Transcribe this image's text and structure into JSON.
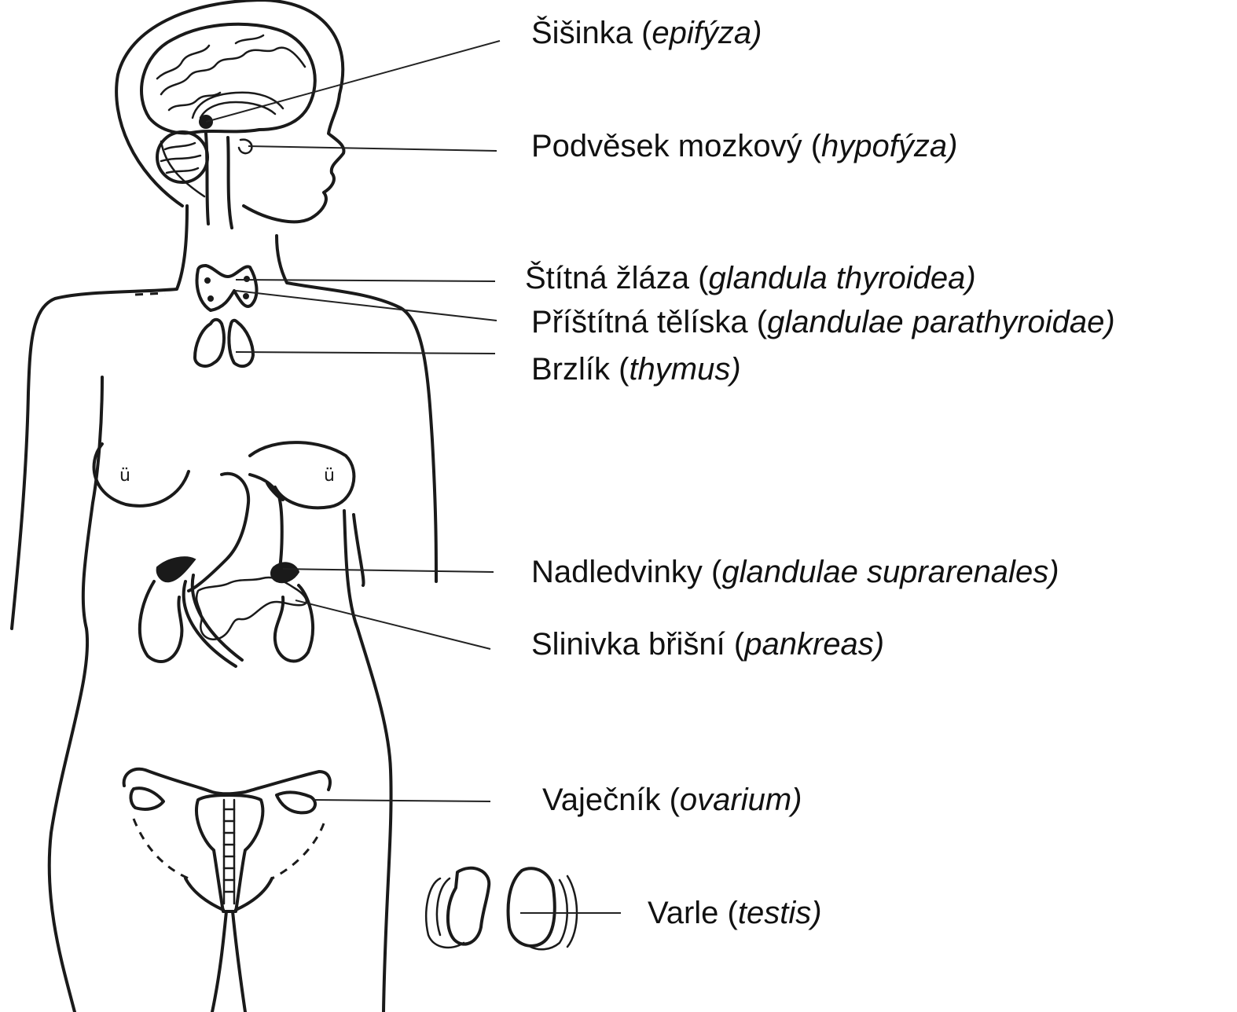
{
  "labels": [
    {
      "name": "Šišinka",
      "latin": "epifýza)"
    },
    {
      "name": "Podvěsek mozkový",
      "latin": "hypofýza)"
    },
    {
      "name": "Štítná žláza",
      "latin": "glandula thyroidea)"
    },
    {
      "name": "Příštítná tělíska",
      "latin": "glandulae parathyroidae)"
    },
    {
      "name": "Brzlík",
      "latin": "thymus)"
    },
    {
      "name": "Nadledvinky",
      "latin": "glandulae suprarenales)"
    },
    {
      "name": "Slinivka břišní",
      "latin": "pankreas)"
    },
    {
      "name": "Vaječník",
      "latin": "ovarium)"
    },
    {
      "name": "Varle",
      "latin": "testis)"
    }
  ]
}
